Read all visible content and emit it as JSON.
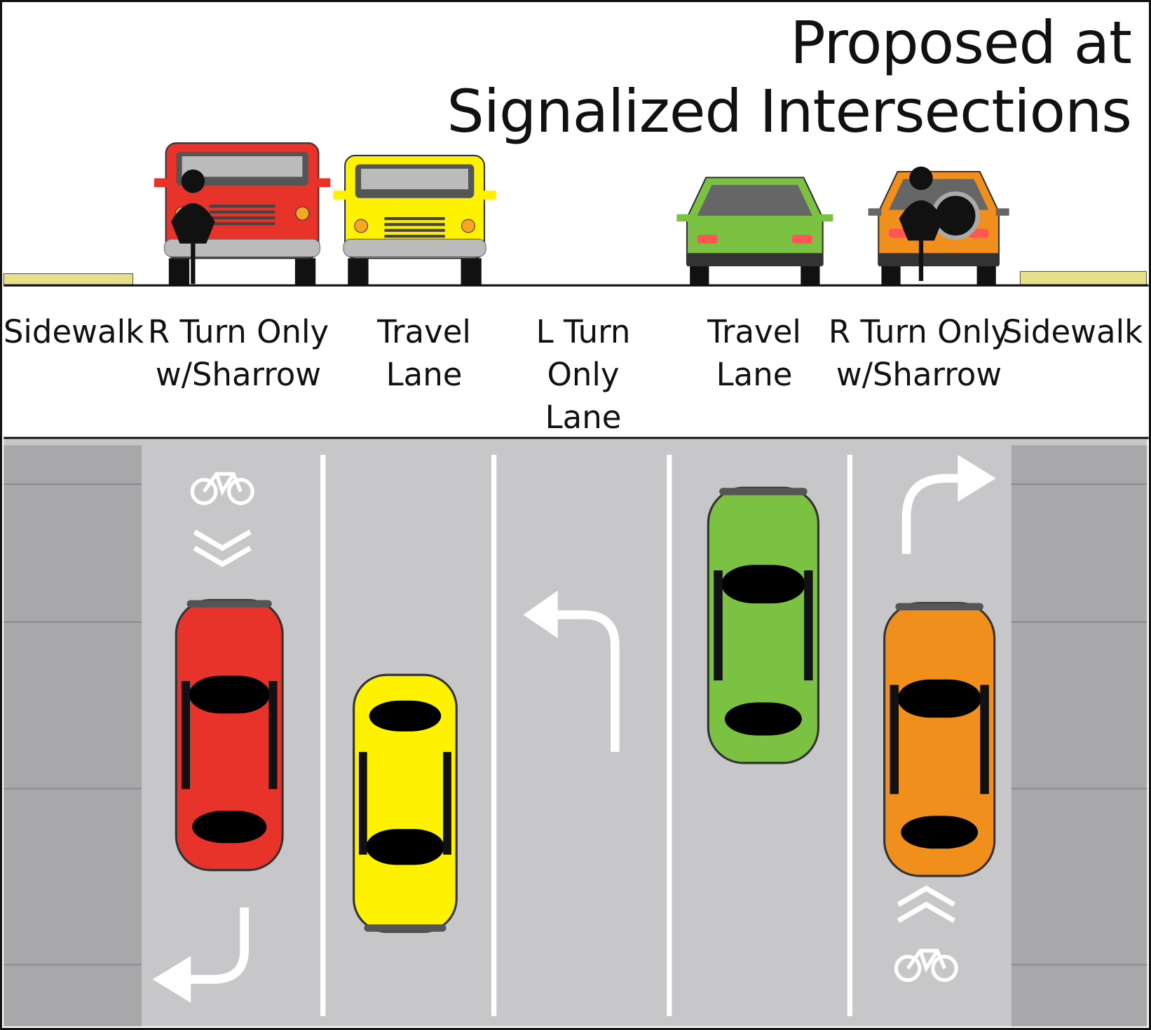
{
  "title": {
    "line1": "Proposed at",
    "line2": "Signalized Intersections"
  },
  "lanes": [
    {
      "line1": "Sidewalk",
      "line2": ""
    },
    {
      "line1": "R Turn Only",
      "line2": "w/Sharrow"
    },
    {
      "line1": "Travel",
      "line2": "Lane"
    },
    {
      "line1": "L Turn",
      "line2": "Only",
      "line3": "Lane"
    },
    {
      "line1": "Travel",
      "line2": "Lane"
    },
    {
      "line1": "R Turn Only",
      "line2": "w/Sharrow"
    },
    {
      "line1": "Sidewalk",
      "line2": ""
    }
  ],
  "colors": {
    "road": "#c7c7c9",
    "sidewalk": "#a8a8aa",
    "curb": "#e6e08a",
    "red": "#e8332a",
    "yellow": "#fff200",
    "green": "#7cc242",
    "orange": "#f18f1c"
  },
  "vehicles": [
    {
      "name": "red-van",
      "color": "red",
      "lane": "R Turn Only w/Sharrow",
      "cyclist": true
    },
    {
      "name": "yellow-van",
      "color": "yellow",
      "lane": "Travel Lane"
    },
    {
      "name": "green-car",
      "color": "green",
      "lane": "Travel Lane"
    },
    {
      "name": "orange-suv",
      "color": "orange",
      "lane": "R Turn Only w/Sharrow",
      "cyclist": true
    }
  ]
}
